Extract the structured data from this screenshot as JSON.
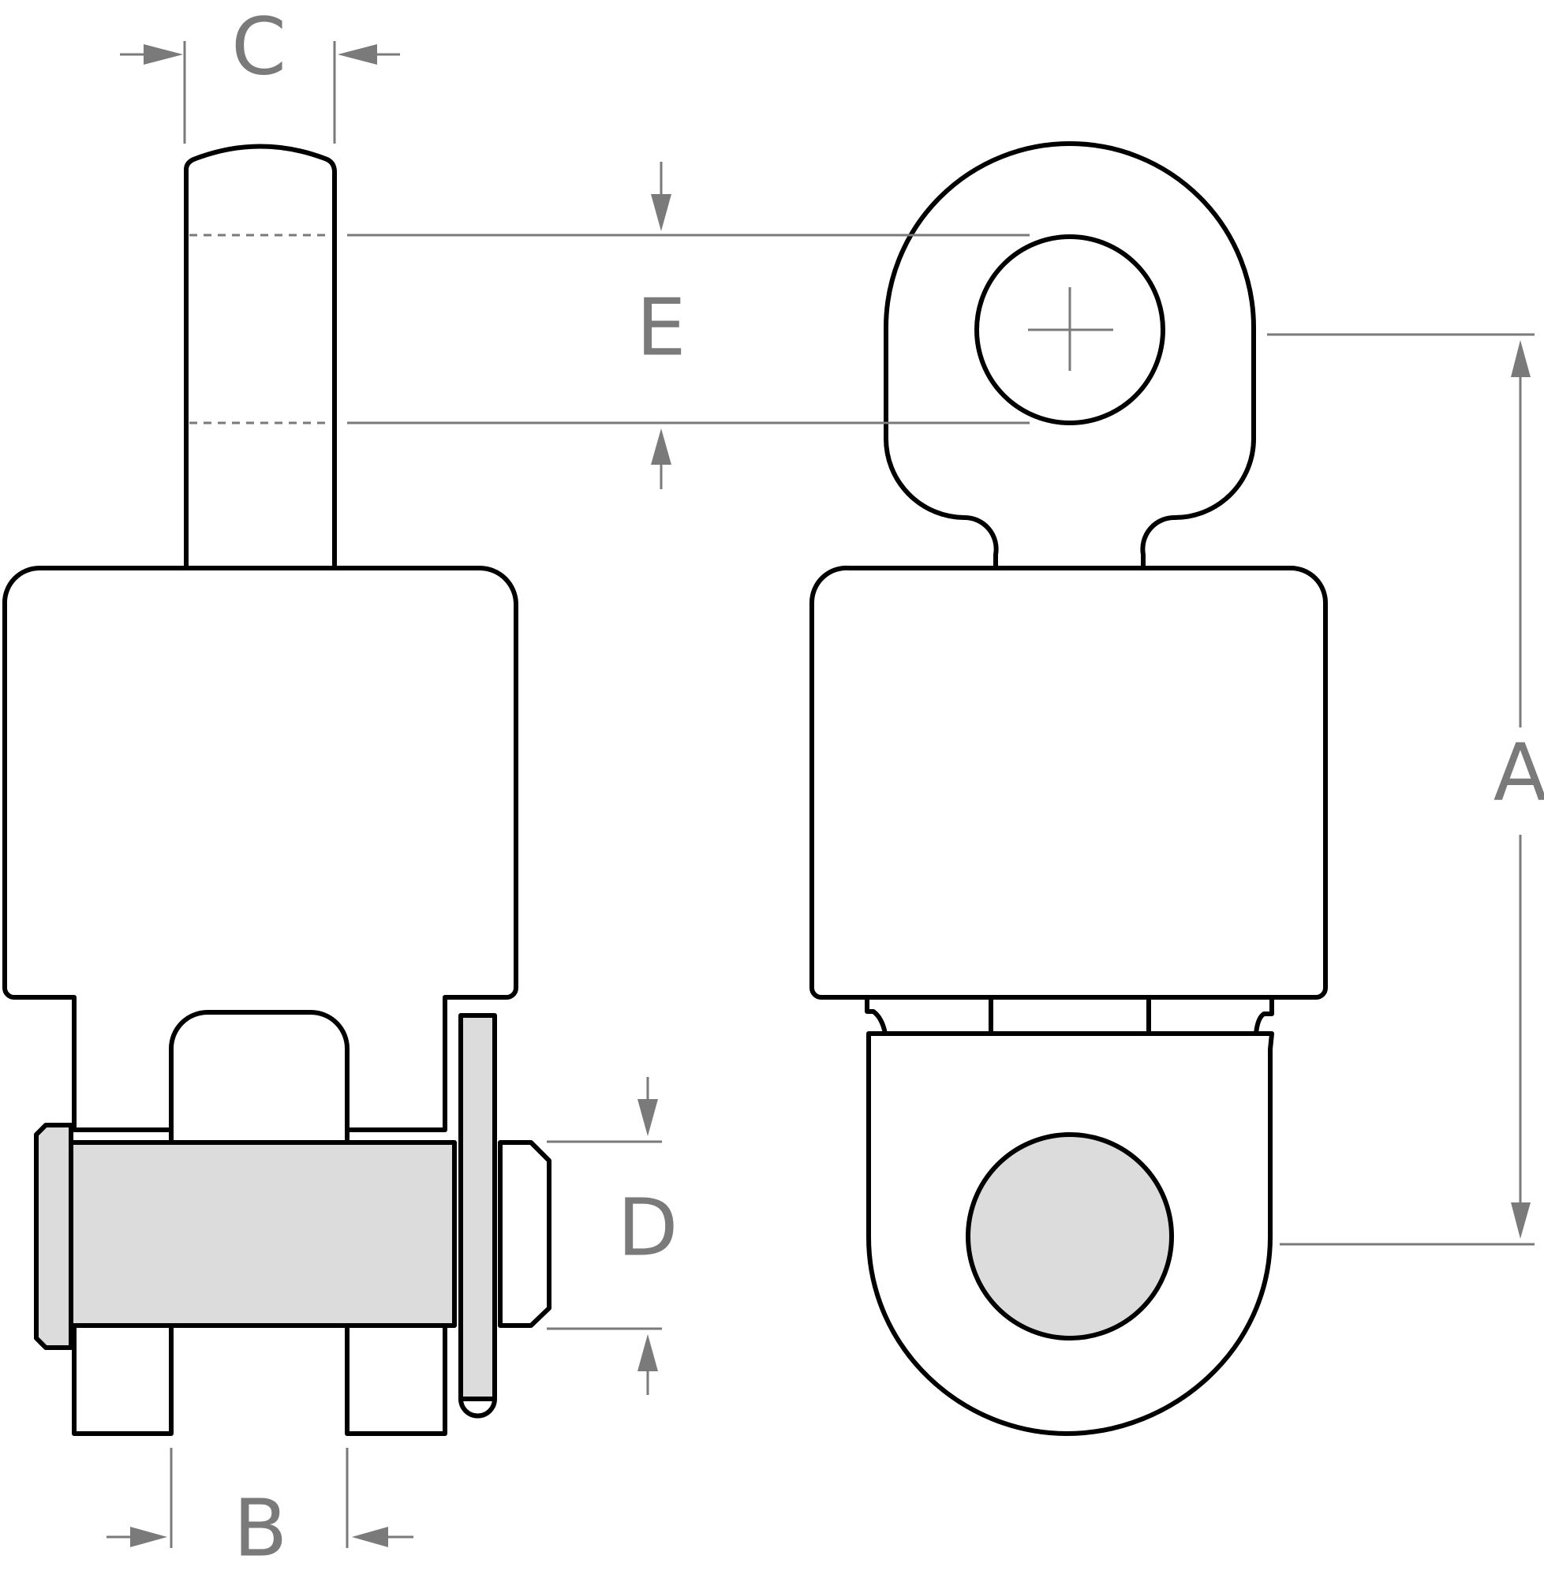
{
  "diagram": {
    "labels": {
      "a": "A",
      "b": "B",
      "c": "C",
      "d": "D",
      "e": "E"
    },
    "colors": {
      "outline": "#000000",
      "dimension": "#7a7a7a",
      "fill_grey": "#dcdcdc",
      "background": "#ffffff"
    }
  }
}
